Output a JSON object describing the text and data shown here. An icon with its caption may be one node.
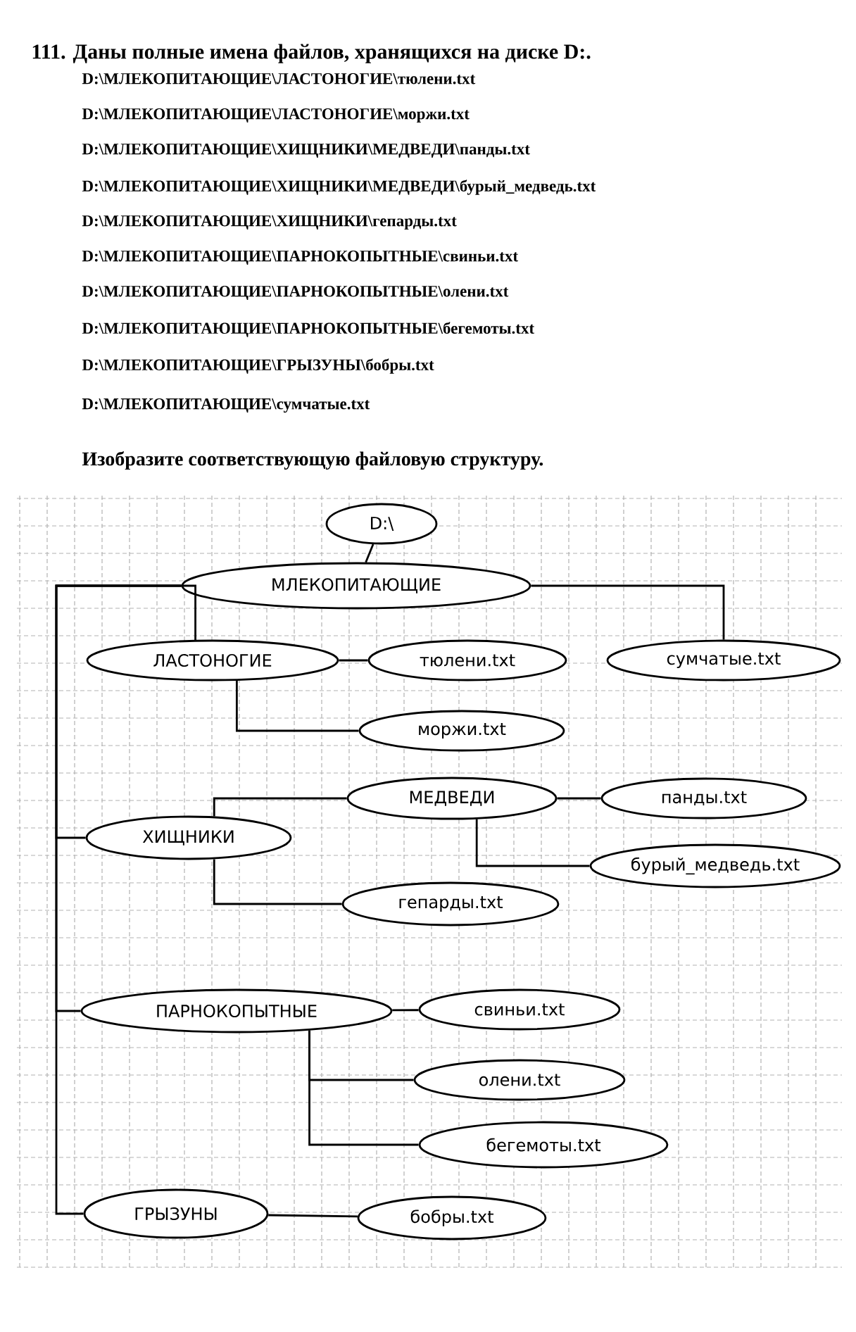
{
  "diagram": {
    "title": "111. Даны полные имена файлов, хранящихся на диске D:.",
    "nodes": [
      {
        "text": [
          "D:\\"
        ]
      },
      {
        "text": [
          "МЛЕКОПИТАЮЩИЕ"
        ]
      },
      {
        "text": [
          "ЛАСТОНОГИЕ"
        ]
      },
      {
        "text": [
          "тюлени.txt"
        ]
      },
      {
        "text": [
          "сумчатые.txt"
        ]
      },
      {
        "text": [
          "моржи.txt"
        ]
      },
      {
        "text": [
          "МЕДВЕДИ"
        ]
      },
      {
        "text": [
          "ХИЩНИКИ"
        ]
      },
      {
        "text": [
          "панды.txt"
        ]
      },
      {
        "text": [
          "бурый_медведь.txt"
        ]
      },
      {
        "text": [
          "гепарды.txt"
        ]
      },
      {
        "text": [
          "ПАРНОКОПЫТНЫЕ"
        ]
      },
      {
        "text": [
          "свиньи.txt"
        ]
      },
      {
        "text": [
          "олени.txt"
        ]
      },
      {
        "text": [
          "бегемоты.txt"
        ]
      },
      {
        "text": [
          "ГРЫЗУНЫ"
        ]
      },
      {
        "text": [
          "бобры.txt"
        ]
      }
    ],
    "edges": [
      {
        "from": 0,
        "to": 1,
        "arrow": "none"
      },
      {
        "from": 1,
        "to": 2,
        "arrow": "none"
      },
      {
        "from": 1,
        "to": 4,
        "arrow": "none"
      },
      {
        "from": 1,
        "to": 7,
        "arrow": "none"
      },
      {
        "from": 1,
        "to": 11,
        "arrow": "none"
      },
      {
        "from": 1,
        "to": 15,
        "arrow": "none"
      },
      {
        "from": 2,
        "to": 3,
        "arrow": "none"
      },
      {
        "from": 2,
        "to": 5,
        "arrow": "none"
      },
      {
        "from": 7,
        "to": 6,
        "arrow": "none"
      },
      {
        "from": 7,
        "to": 10,
        "arrow": "none"
      },
      {
        "from": 6,
        "to": 8,
        "arrow": "none"
      },
      {
        "from": 6,
        "to": 9,
        "arrow": "none"
      },
      {
        "from": 11,
        "to": 12,
        "arrow": "none"
      },
      {
        "from": 11,
        "to": 13,
        "arrow": "none"
      },
      {
        "from": 11,
        "to": 14,
        "arrow": "none"
      },
      {
        "from": 15,
        "to": 16,
        "arrow": "none"
      }
    ],
    "labels": [
      "D:\\МЛЕКОПИТАЮЩИЕ\\ЛАСТОНОГИЕ\\тюлени.txt",
      "D:\\МЛЕКОПИТАЮЩИЕ\\ЛАСТОНОГИЕ\\моржи.txt",
      "D:\\МЛЕКОПИТАЮЩИЕ\\ХИЩНИКИ\\МЕДВЕДИ\\панды.txt",
      "D:\\МЛЕКОПИТАЮЩИЕ\\ХИЩНИКИ\\МЕДВЕДИ\\бурый_медведь.txt",
      "D:\\МЛЕКОПИТАЮЩИЕ\\ХИЩНИКИ\\гепарды.txt",
      "D:\\МЛЕКОПИТАЮЩИЕ\\ПАРНОКОПЫТНЫЕ\\свиньи.txt",
      "D:\\МЛЕКОПИТАЮЩИЕ\\ПАРНОКОПЫТНЫЕ\\олени.txt",
      "D:\\МЛЕКОПИТАЮЩИЕ\\ПАРНОКОПЫТНЫЕ\\бегемоты.txt",
      "D:\\МЛЕКОПИТАЮЩИЕ\\ГРЫЗУНЫ\\бобры.txt",
      "D:\\МЛЕКОПИТАЮЩИЕ\\сумчатые.txt",
      "Изобразите соответствующую файловую структуру."
    ]
  }
}
